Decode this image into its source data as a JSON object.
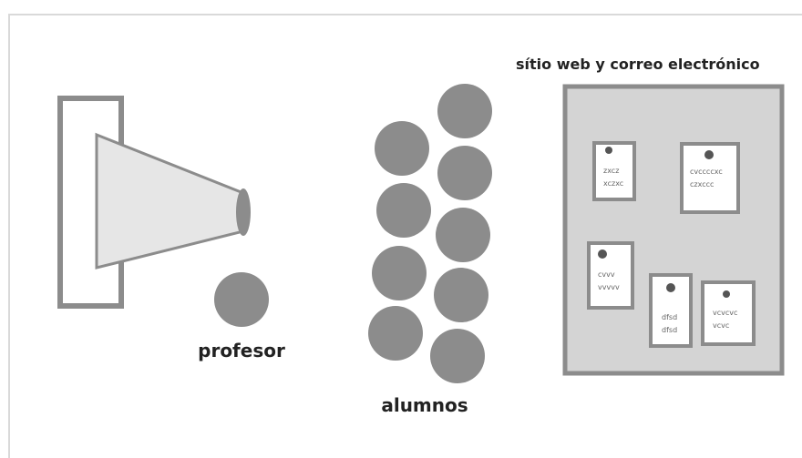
{
  "labels": {
    "teacher": "profesor",
    "students": "alumnos",
    "website": "sítio web y correo electrónico"
  },
  "notes": [
    {
      "line1": "zxcz",
      "line2": "xczxc"
    },
    {
      "line1": "cvccccxc",
      "line2": "czxccc"
    },
    {
      "line1": "cvvv",
      "line2": "vvvvv"
    },
    {
      "line1": "dfsd",
      "line2": "dfsd"
    },
    {
      "line1": "vcvcvc",
      "line2": "vcvc"
    }
  ],
  "colors": {
    "frame": "#d9d9d9",
    "shape_gray": "#8c8c8c",
    "projector_fill": "#e6e6e6",
    "board_fill": "#d4d4d4",
    "note_fill": "#ffffff",
    "text": "#222222"
  }
}
